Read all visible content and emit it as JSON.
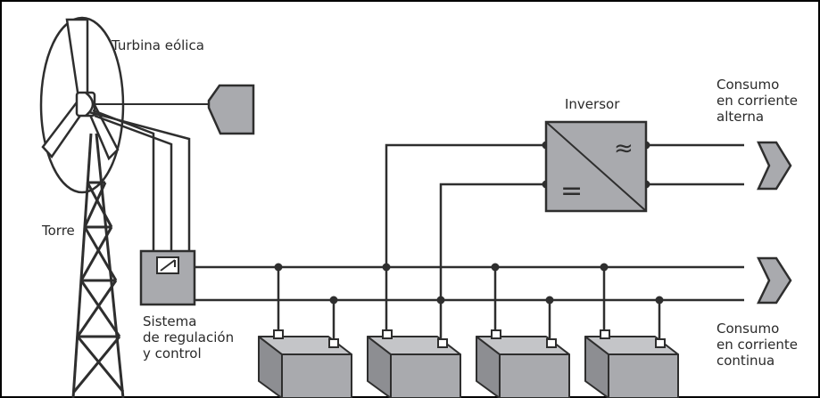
{
  "labels": {
    "turbine": "Turbina eólica",
    "tower": "Torre",
    "inverter": "Inversor",
    "ac_consumption": [
      "Consumo",
      "en corriente",
      "alterna"
    ],
    "control_system": [
      "Sistema",
      "de regulación",
      "y control"
    ],
    "dc_consumption": [
      "Consumo",
      "en corriente",
      "continua"
    ]
  },
  "symbols": {
    "ac": "≈",
    "dc": "="
  },
  "colors": {
    "line": "#2e2e2e",
    "box_fill": "#a9aaae",
    "box_top": "#c4c5c8",
    "box_side": "#8d8e92",
    "frame": "#000000"
  },
  "icons": {
    "turbine": "wind-turbine-icon",
    "generator": "generator-icon",
    "controller": "controller-icon",
    "inverter": "inverter-icon",
    "battery": "battery-icon",
    "output": "output-arrow-icon"
  }
}
